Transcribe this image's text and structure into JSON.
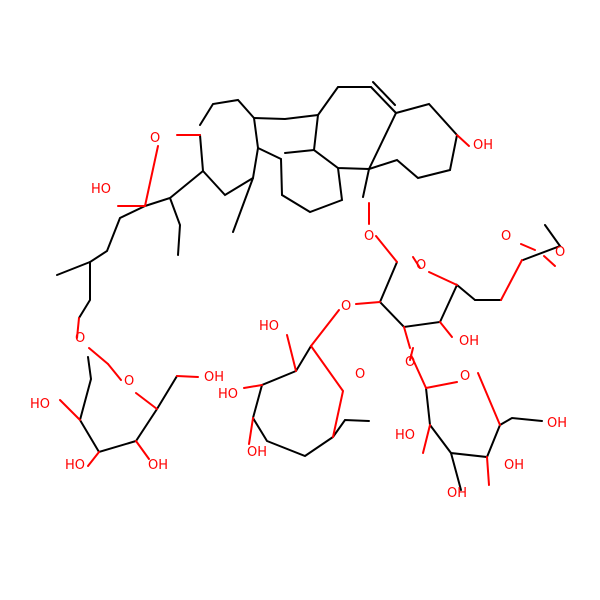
{
  "colors": {
    "bond": "#000000",
    "heteroatom": "#ff0000",
    "background": "#ffffff"
  },
  "labels": {
    "o_furan": "O",
    "oh_spiro": "HO",
    "oh_a_ring": "OH",
    "o_glycosidic_a": "O",
    "o_ring_sugar1": "O",
    "o_ester": "O",
    "o_carbonyl": "O",
    "o_ether_chain": "O",
    "o_ring_glc": "O",
    "oh_glc_c6": "OH",
    "ho_glc_2": "HO",
    "ho_glc_3": "HO",
    "oh_glc_4": "OH",
    "o_link_rha": "O",
    "ho_rha_1": "HO",
    "ho_rha_2": "HO",
    "o_ring_rha": "O",
    "oh_rha_3": "OH",
    "oh_sugar1": "OH",
    "o_link_glc2": "O",
    "o_ring_glc2": "O",
    "ho_glc2_1": "HO",
    "oh_glc2_c6": "OH",
    "oh_glc2_2": "OH",
    "oh_glc2_3": "OH"
  }
}
